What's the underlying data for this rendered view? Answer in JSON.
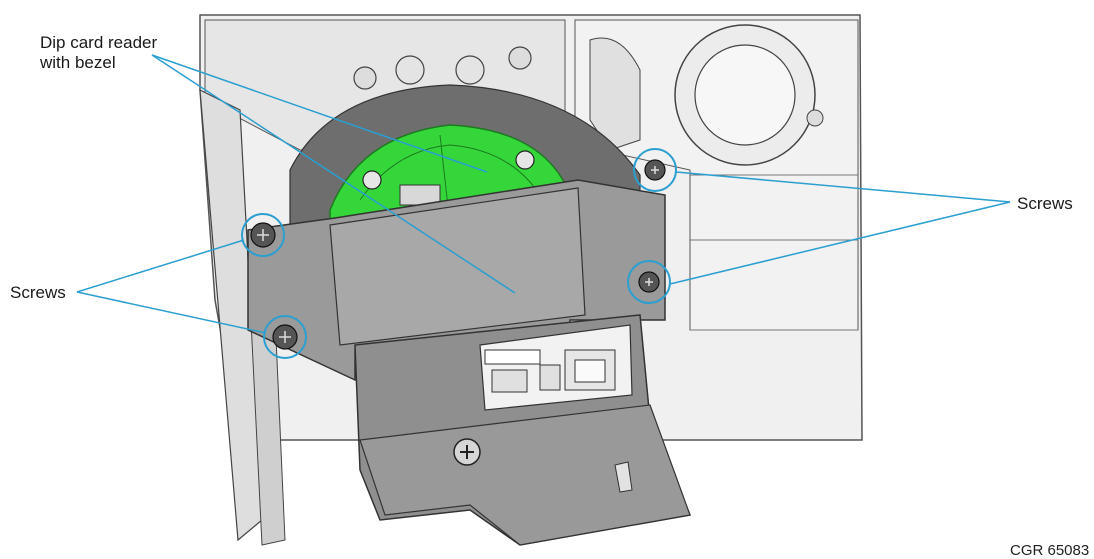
{
  "labels": {
    "dip_reader_line1": "Dip card reader",
    "dip_reader_line2": "with bezel",
    "screws_left": "Screws",
    "screws_right": "Screws"
  },
  "figure_id": "CGR 65083",
  "colors": {
    "callout_line": "#2a9fd0",
    "reader_green": "#35d63a",
    "metal_light": "#e8e8e8",
    "metal_mid": "#cfcfcf",
    "bezel_dark": "#8f8f8f",
    "outline": "#333333"
  }
}
